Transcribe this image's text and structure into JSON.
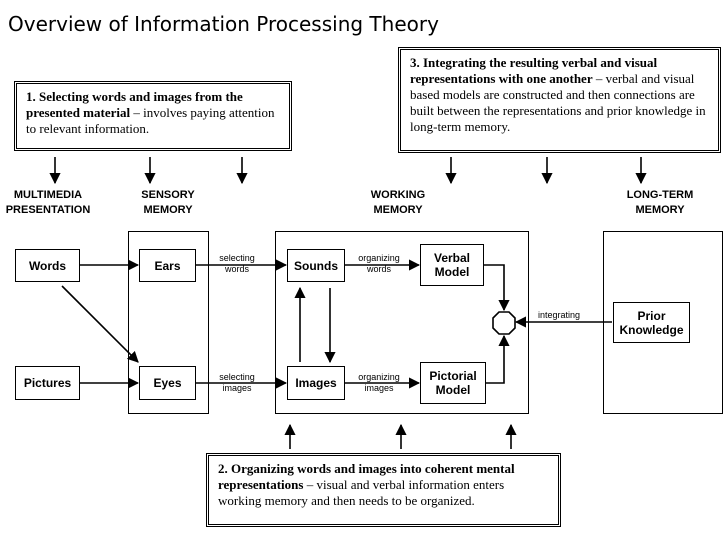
{
  "title": "Overview of Information Processing Theory",
  "callouts": {
    "select": {
      "heading": "1. Selecting words and images from the presented material",
      "rest": " – involves paying attention to relevant information."
    },
    "organize": {
      "heading": "2. Organizing words and images into coherent mental representations",
      "rest": " – visual and verbal information enters working memory and then needs to be organized."
    },
    "integrate": {
      "heading": "3. Integrating the resulting verbal and visual representations with one another",
      "rest": " – verbal and visual based models are constructed and then connections are built between the representations and prior knowledge in long-term memory."
    }
  },
  "columns": {
    "multimedia": [
      "MULTIMEDIA",
      "PRESENTATION"
    ],
    "sensory": [
      "SENSORY",
      "MEMORY"
    ],
    "working": [
      "WORKING",
      "MEMORY"
    ],
    "longterm": [
      "LONG-TERM",
      "MEMORY"
    ]
  },
  "nodes": {
    "words": "Words",
    "pictures": "Pictures",
    "ears": "Ears",
    "eyes": "Eyes",
    "sounds": "Sounds",
    "images": "Images",
    "verbal_model": [
      "Verbal",
      "Model"
    ],
    "pictorial_model": [
      "Pictorial",
      "Model"
    ],
    "prior_knowledge": [
      "Prior",
      "Knowledge"
    ]
  },
  "arrow_labels": {
    "selecting_words": [
      "selecting",
      "words"
    ],
    "selecting_images": [
      "selecting",
      "images"
    ],
    "organizing_words": [
      "organizing",
      "words"
    ],
    "organizing_images": [
      "organizing",
      "images"
    ],
    "integrating": "integrating"
  }
}
